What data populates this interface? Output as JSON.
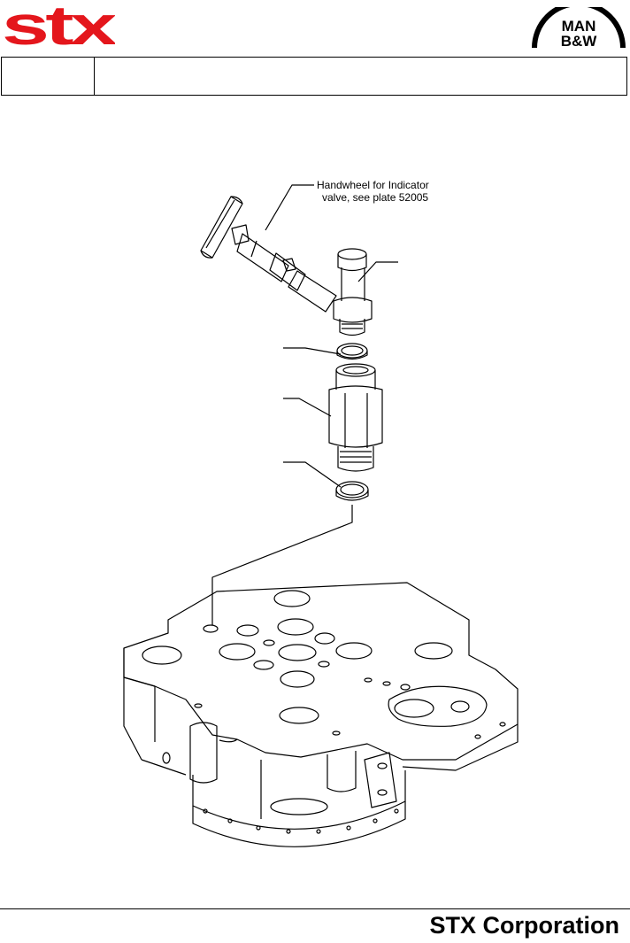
{
  "header": {
    "brand_left": "stx",
    "brand_left_color": "#e4161c",
    "brand_right_line1": "MAN",
    "brand_right_line2": "B&W",
    "cell_left": "",
    "cell_right": ""
  },
  "drawing": {
    "annotation_line1": "Handwheel for Indicator",
    "annotation_line2": "valve, see plate 52005"
  },
  "footer": {
    "company": "STX Corporation"
  }
}
